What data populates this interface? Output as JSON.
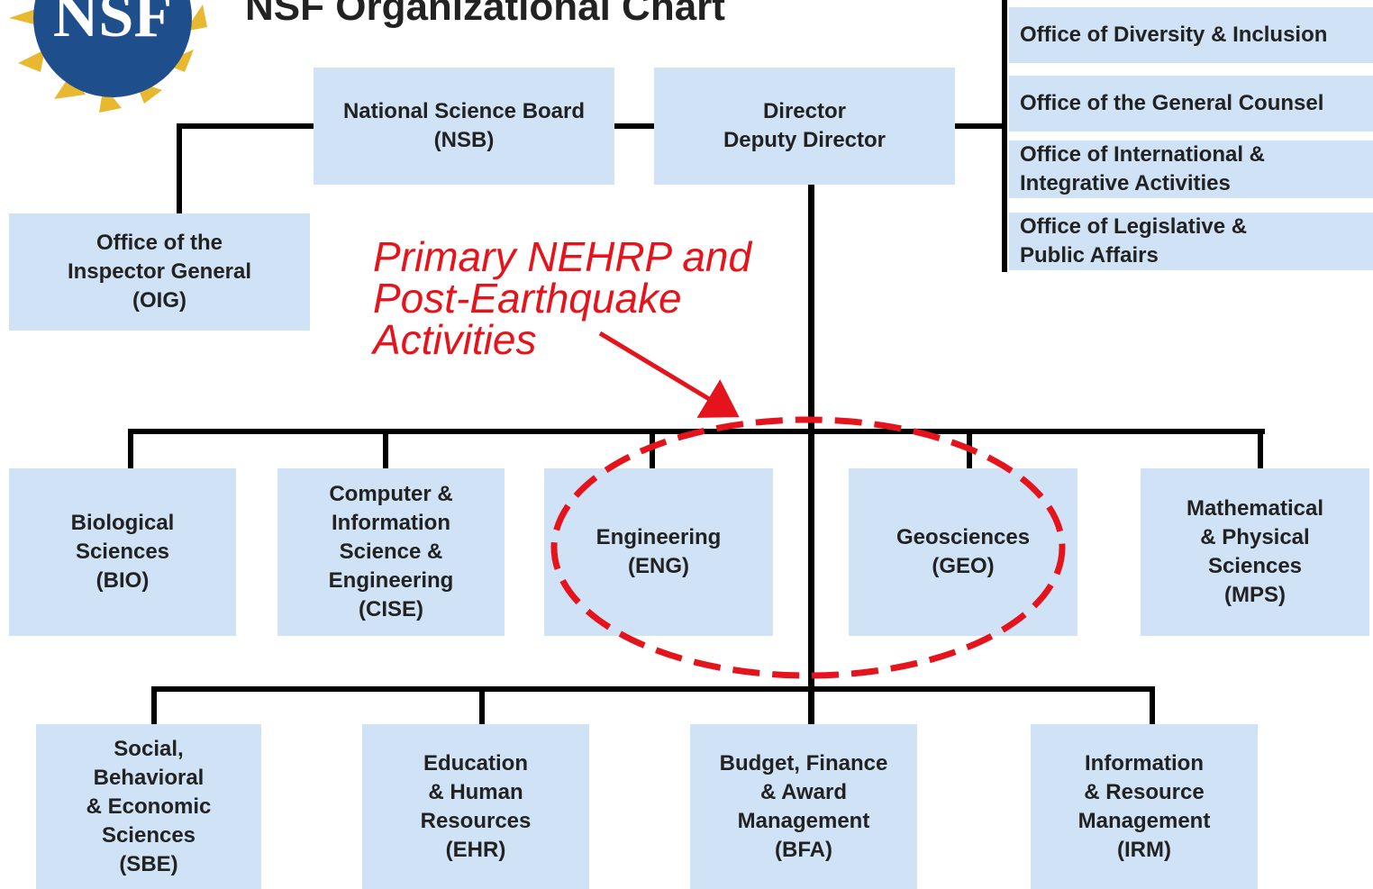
{
  "title": "NSF Organizational Chart",
  "logo": {
    "text": "NSF",
    "colors": {
      "globe": "#1f4e8c",
      "rays": "#e8b830"
    }
  },
  "top": {
    "nsb": "National Science Board\n(NSB)",
    "director": "Director\nDeputy Director",
    "oig": "Office of the\nInspector General\n(OIG)"
  },
  "offices": [
    "Office of Diversity & Inclusion",
    "Office of the General Counsel",
    "Office of International &\nIntegrative Activities",
    "Office of Legislative &\nPublic Affairs"
  ],
  "annotation": "Primary NEHRP and\nPost-Earthquake\nActivities",
  "directorates": [
    "Biological\nSciences\n(BIO)",
    "Computer &\nInformation\nScience &\nEngineering\n(CISE)",
    "Engineering\n(ENG)",
    "Geosciences\n(GEO)",
    "Mathematical\n& Physical\nSciences\n(MPS)"
  ],
  "support": [
    "Social,\nBehavioral\n& Economic\nSciences\n(SBE)",
    "Education\n& Human\nResources\n(EHR)",
    "Budget, Finance\n& Award\nManagement\n(BFA)",
    "Information\n& Resource\nManagement\n(IRM)"
  ],
  "colors": {
    "box": "#cfe2f6",
    "accent": "#e5141c",
    "line": "#000000"
  }
}
